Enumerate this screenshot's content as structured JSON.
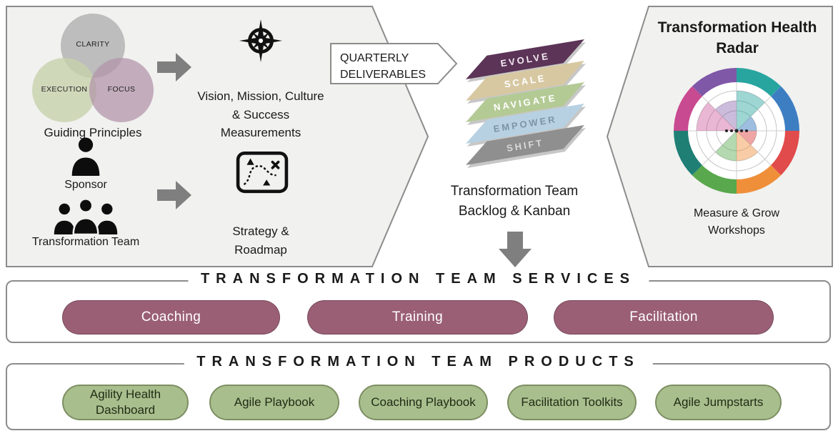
{
  "left_panel": {
    "venn": {
      "clarity": "CLARITY",
      "execution": "EXECUTION",
      "focus": "FOCUS",
      "caption": "Guiding Principles"
    },
    "sponsor_label": "Sponsor",
    "team_label": "Transformation Team",
    "vision_label": "Vision, Mission, Culture & Success Measurements",
    "strategy_label": "Strategy & Roadmap"
  },
  "center": {
    "quarterly_label": "QUARTERLY DELIVERABLES",
    "layers": [
      {
        "label": "EVOLVE",
        "color": "#5b3457",
        "text_color": "#f2e8f0"
      },
      {
        "label": "SCALE",
        "color": "#d7c8a2",
        "text_color": "#ffffff"
      },
      {
        "label": "NAVIGATE",
        "color": "#b4ca95",
        "text_color": "#ffffff"
      },
      {
        "label": "EMPOWER",
        "color": "#b7d1e2",
        "text_color": "#7d93a6"
      },
      {
        "label": "SHIFT",
        "color": "#8f8f8f",
        "text_color": "#d9d9d9"
      }
    ],
    "backlog_label": "Transformation Team Backlog & Kanban"
  },
  "right_panel": {
    "title": "Transformation Health Radar",
    "caption": "Measure & Grow Workshops"
  },
  "services": {
    "title": "TRANSFORMATION TEAM SERVICES",
    "pill_color": "#9a5f75",
    "items": [
      "Coaching",
      "Training",
      "Facilitation"
    ]
  },
  "products": {
    "title": "TRANSFORMATION TEAM PRODUCTS",
    "pill_color": "#a9be8d",
    "items": [
      "Agility Health Dashboard",
      "Agile Playbook",
      "Coaching Playbook",
      "Facilitation Toolkits",
      "Agile Jumpstarts"
    ]
  },
  "colors": {
    "panel_bg": "#f1f1ef",
    "panel_border": "#8c8c8c",
    "arrow_gray": "#7f7f7f"
  }
}
